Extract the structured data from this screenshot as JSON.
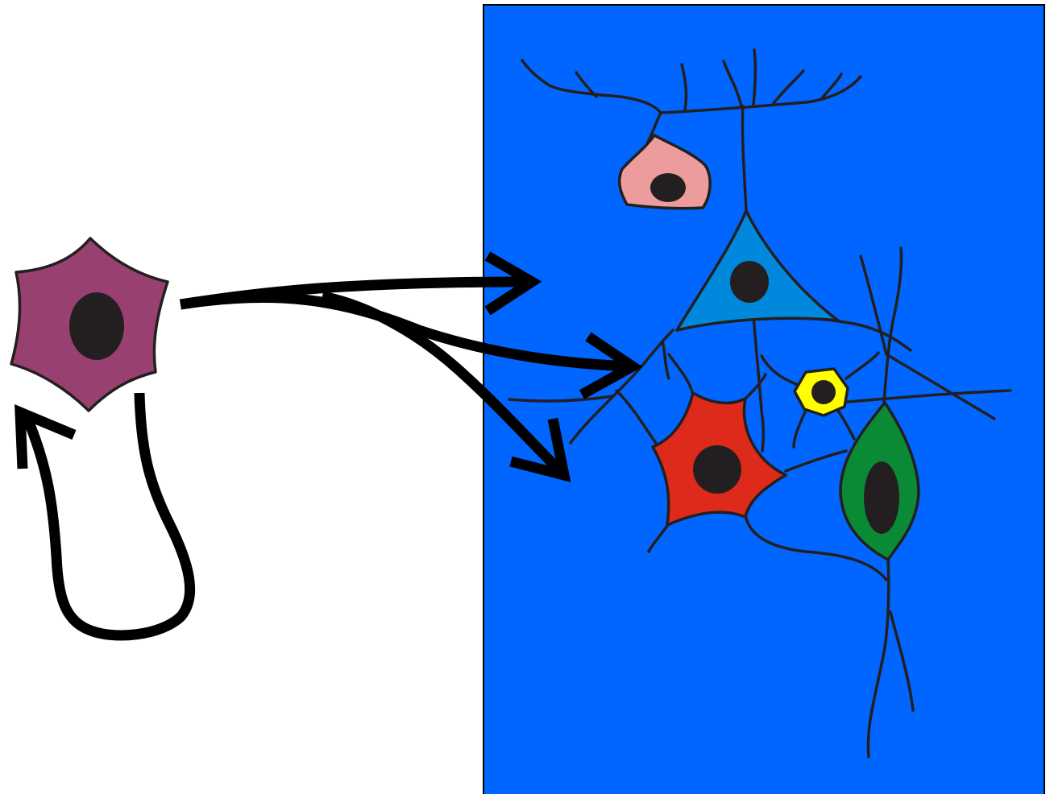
{
  "diagram": {
    "panel_color": "#0066ff",
    "stem_cell": {
      "name": "purple-stem-cell",
      "color": "#98406f"
    },
    "differentiated_cells": [
      {
        "name": "pink-cell",
        "color": "#ec9c9c"
      },
      {
        "name": "blue-pyramidal-neuron",
        "color": "#0088dd"
      },
      {
        "name": "red-multipolar-neuron",
        "color": "#dd2a1a"
      },
      {
        "name": "yellow-small-cell",
        "color": "#ffff00"
      },
      {
        "name": "green-bipolar-neuron",
        "color": "#0b8a36"
      }
    ],
    "arrows": [
      {
        "name": "self-renewal-arrow",
        "icon": "curved-loop-arrow"
      },
      {
        "name": "differentiation-arrow-upper",
        "icon": "arrow-right"
      },
      {
        "name": "differentiation-arrow-middle",
        "icon": "arrow-right"
      },
      {
        "name": "differentiation-arrow-lower",
        "icon": "arrow-down-right"
      }
    ]
  }
}
